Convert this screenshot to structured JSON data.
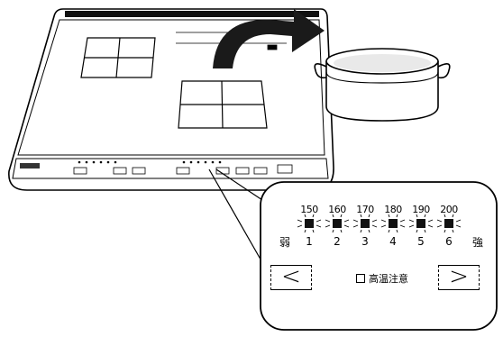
{
  "panel": {
    "temps": [
      "150",
      "160",
      "170",
      "180",
      "190",
      "200"
    ],
    "levels": [
      "1",
      "2",
      "3",
      "4",
      "5",
      "6"
    ],
    "weak_label": "弱",
    "strong_label": "強",
    "decrease_label": "<",
    "increase_label": ">",
    "hot_warning": "高温注意"
  },
  "icons": {
    "arrow": "curved-arrow-icon",
    "pot": "pot-icon",
    "cooktop": "ih-cooktop-illustration"
  },
  "colors": {
    "line": "#000000",
    "cooktop": "#ffffff",
    "arrow": "#1a1a1a"
  }
}
